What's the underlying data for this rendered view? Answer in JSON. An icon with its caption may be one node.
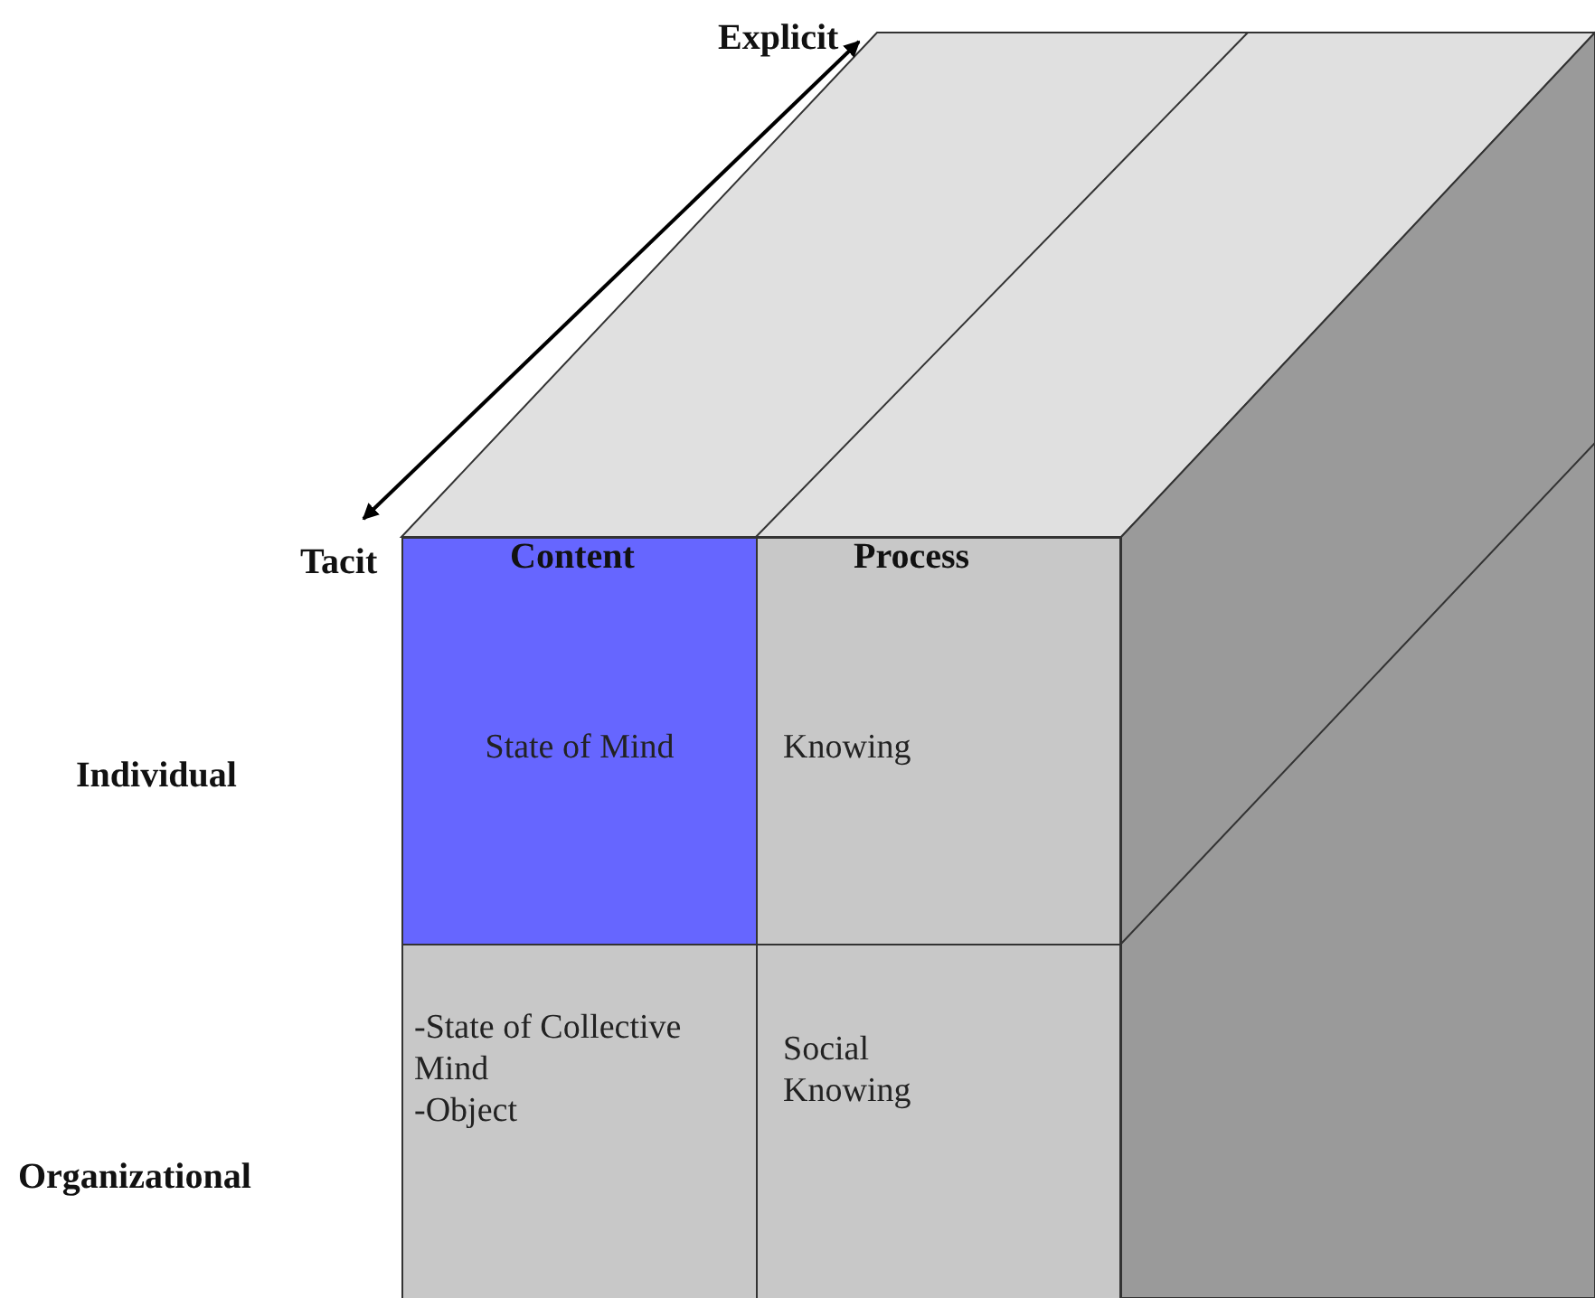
{
  "diagram": {
    "nodes": [
      {
        "text": [
          "State of Mind"
        ]
      },
      {
        "text": [
          "Knowing"
        ]
      },
      {
        "text": [
          "-State of Collective Mind",
          "-Object"
        ]
      },
      {
        "text": [
          "Social Knowing"
        ]
      }
    ],
    "labels": [
      "Explicit",
      "Tacit",
      "Content",
      "Process",
      "Individual",
      "Organizational"
    ]
  }
}
